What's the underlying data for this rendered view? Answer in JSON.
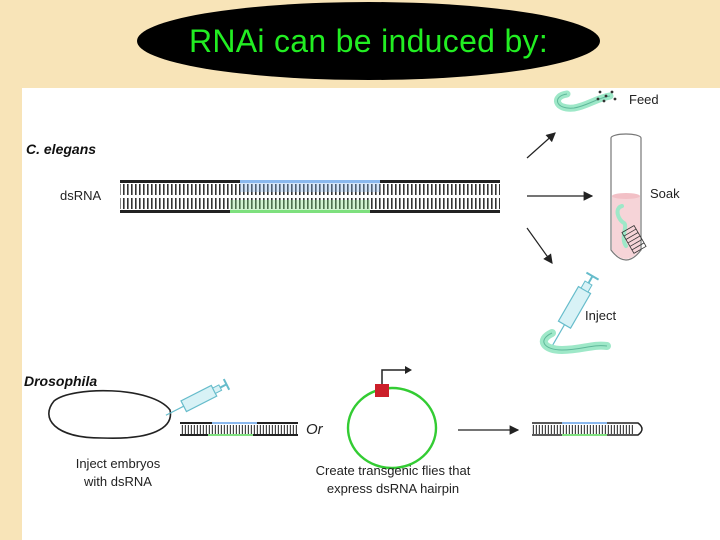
{
  "title": "RNAi can be induced by:",
  "c_elegans": {
    "label": "C. elegans",
    "dsrna_label": "dsRNA",
    "methods": [
      "Feed",
      "Soak",
      "Inject"
    ]
  },
  "drosophila": {
    "label": "Drosophila",
    "or_label": "Or",
    "caption_left": [
      "Inject embryos",
      "with dsRNA"
    ],
    "caption_right": [
      "Create transgenic flies that",
      "express dsRNA hairpin"
    ]
  },
  "colors": {
    "background": "#f8e4b8",
    "title_oval": "#000000",
    "title_text": "#22ee22",
    "dsrna_blue": "#8ab8ee",
    "dsrna_green": "#7fe07f",
    "worm_green": "#9ee8c8",
    "plasmid_green": "#33cc33",
    "promoter_red": "#cc1f2a"
  }
}
